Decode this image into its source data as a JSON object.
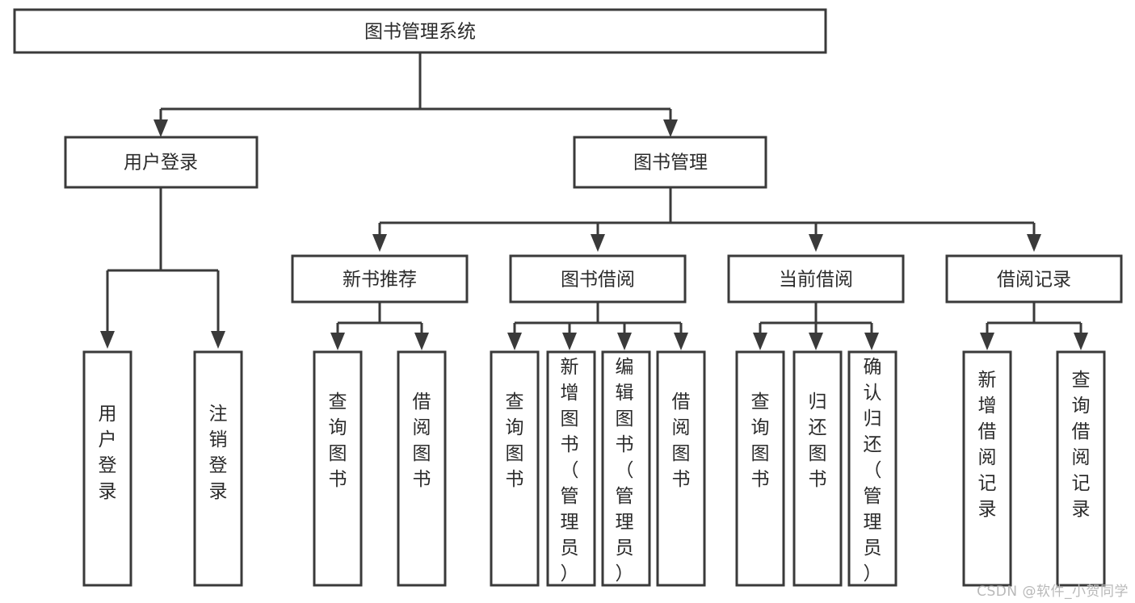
{
  "diagram": {
    "type": "tree-flowchart",
    "title": "图书管理系统",
    "colors": {
      "box_fill": "#ffffff",
      "box_stroke": "#3a3a3a",
      "text": "#2b2b2b",
      "background": "#ffffff",
      "watermark": "#b9b9b9"
    },
    "root": {
      "label": "图书管理系统"
    },
    "level2": [
      {
        "label": "用户登录"
      },
      {
        "label": "图书管理"
      }
    ],
    "level3": [
      {
        "label": "新书推荐"
      },
      {
        "label": "图书借阅"
      },
      {
        "label": "当前借阅"
      },
      {
        "label": "借阅记录"
      }
    ],
    "leaves": {
      "user_login": [
        {
          "label": "用户登录"
        },
        {
          "label": "注销登录"
        }
      ],
      "new_book_recommend": [
        {
          "label": "查询图书"
        },
        {
          "label": "借阅图书"
        }
      ],
      "book_borrow": [
        {
          "label": "查询图书"
        },
        {
          "label": "新增图书（管理员）"
        },
        {
          "label": "编辑图书（管理员）"
        },
        {
          "label": "借阅图书"
        }
      ],
      "current_borrow": [
        {
          "label": "查询图书"
        },
        {
          "label": "归还图书"
        },
        {
          "label": "确认归还（管理员）"
        }
      ],
      "borrow_record": [
        {
          "label": "新增借阅记录"
        },
        {
          "label": "查询借阅记录"
        }
      ]
    }
  },
  "watermark": {
    "text": "CSDN @软件_小贺同学"
  }
}
